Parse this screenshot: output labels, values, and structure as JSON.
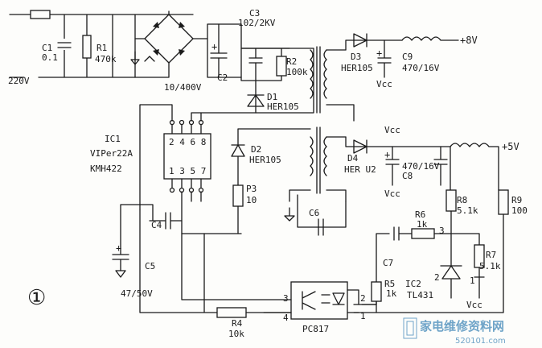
{
  "figure_mark": "①",
  "input_voltage": "220V",
  "components": {
    "c1": {
      "ref": "C1",
      "value": "0.1"
    },
    "r1": {
      "ref": "R1",
      "value": "470k"
    },
    "c2": {
      "ref": "C2",
      "value": "10/400V"
    },
    "c3": {
      "ref": "C3",
      "value": "102/2KV"
    },
    "r2": {
      "ref": "R2",
      "value": "100k"
    },
    "d1": {
      "ref": "D1",
      "value": "HER105"
    },
    "d2": {
      "ref": "D2",
      "value": "HER105"
    },
    "d3": {
      "ref": "D3",
      "value": "HER105"
    },
    "d4": {
      "ref": "D4",
      "value": "HER U2"
    },
    "c9": {
      "ref": "C9",
      "value": "470/16V"
    },
    "c8": {
      "ref": "C8",
      "value": "470/16V"
    },
    "c4": {
      "ref": "C4"
    },
    "c5": {
      "ref": "C5",
      "value": "47/50V"
    },
    "c6": {
      "ref": "C6"
    },
    "c7": {
      "ref": "C7"
    },
    "p3": {
      "ref": "P3",
      "value": "10"
    },
    "r4": {
      "ref": "R4",
      "value": "10k"
    },
    "r5": {
      "ref": "R5",
      "value": "1k"
    },
    "r6": {
      "ref": "R6",
      "value": "1k"
    },
    "r7": {
      "ref": "R7",
      "value": "5.1k"
    },
    "r8": {
      "ref": "R8",
      "value": "5.1k"
    },
    "r9": {
      "ref": "R9",
      "value": "100"
    },
    "ic1": {
      "ref": "IC1",
      "part": "VIPer22A",
      "alt": "KMH422",
      "pins_top": "2 4 6 8",
      "pins_bottom": "1 3 5 7"
    },
    "ic2": {
      "ref": "IC2",
      "part": "TL431"
    },
    "opto": {
      "part": "PC817"
    }
  },
  "rails": {
    "plus8": "+8V",
    "plus5": "+5V",
    "vcc": "Vcc"
  },
  "pin_numbers": {
    "p1": "1",
    "p2": "2",
    "p3": "3",
    "p4": "4"
  },
  "watermark": {
    "text": "家电维修资料网",
    "site": "520101.com"
  }
}
